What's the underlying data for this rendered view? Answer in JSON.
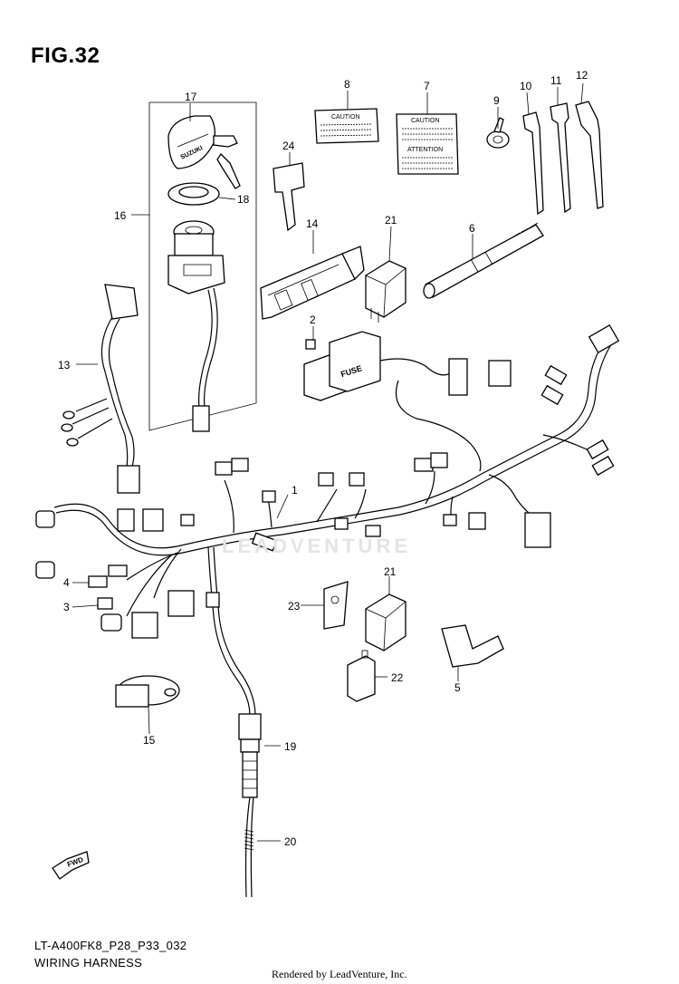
{
  "figure": {
    "title": "FIG.32",
    "model_code": "LT-A400FK8_P28_P33_032",
    "assembly_name": "WIRING HARNESS",
    "render_credit": "Rendered by LeadVenture, Inc.",
    "watermark": "LEADVENTURE",
    "fwd_label": "FWD"
  },
  "labels": {
    "caution": "CAUTION",
    "attention": "ATTENTION",
    "fuse": "FUSE",
    "suzuki": "SUZUKI"
  },
  "callouts": [
    {
      "id": "1",
      "part": "wiring-harness"
    },
    {
      "id": "2",
      "part": "fuse"
    },
    {
      "id": "3",
      "part": "connector"
    },
    {
      "id": "4",
      "part": "connector-small"
    },
    {
      "id": "5",
      "part": "boot"
    },
    {
      "id": "6",
      "part": "protector-tube"
    },
    {
      "id": "7",
      "part": "caution-label-2"
    },
    {
      "id": "8",
      "part": "caution-label-1"
    },
    {
      "id": "9",
      "part": "clamp"
    },
    {
      "id": "10",
      "part": "clamp-band-1"
    },
    {
      "id": "11",
      "part": "clamp-band-2"
    },
    {
      "id": "12",
      "part": "clamp-band-3"
    },
    {
      "id": "13",
      "part": "sub-harness"
    },
    {
      "id": "14",
      "part": "bracket"
    },
    {
      "id": "15",
      "part": "switch"
    },
    {
      "id": "16",
      "part": "ignition-switch-assy"
    },
    {
      "id": "17",
      "part": "key-cap"
    },
    {
      "id": "18",
      "part": "nut"
    },
    {
      "id": "19",
      "part": "sensor"
    },
    {
      "id": "20",
      "part": "spring"
    },
    {
      "id": "21",
      "part": "relay"
    },
    {
      "id": "22",
      "part": "coupler"
    },
    {
      "id": "23",
      "part": "holder-bracket"
    },
    {
      "id": "24",
      "part": "key"
    }
  ]
}
